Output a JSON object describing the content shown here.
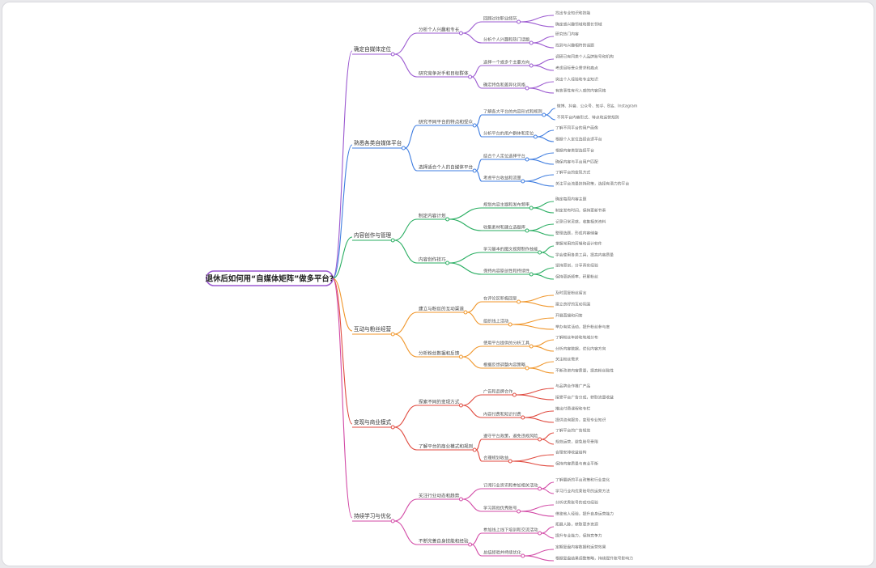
{
  "root": {
    "label": "退休后如何用“自媒体矩阵”做多平台?",
    "color": "#9b59d0"
  },
  "branches": [
    {
      "label": "确定自媒体定位",
      "color": "#9b59d0",
      "children": [
        {
          "label": "分析个人兴趣和专长",
          "children": [
            {
              "label": "回顾过往职业经历",
              "children": [
                "找出专业知识和技能",
                "确定感兴趣领域和擅长领域"
              ]
            },
            {
              "label": "分析个人兴趣和热门话题",
              "children": [
                "研究热门内容",
                "找到与兴趣相符的话题"
              ]
            }
          ]
        },
        {
          "label": "研究竞争对手和目标群体",
          "children": [
            {
              "label": "选择一个或多个主要方向",
              "children": [
                "调研已有同类个人品牌账号和机构",
                "考虑目标受众需求和痛点"
              ]
            },
            {
              "label": "确定特色和差异化风格",
              "children": [
                "突出个人经验和专业知识",
                "有故事性有代入感的内容风格"
              ]
            }
          ]
        }
      ]
    },
    {
      "label": "熟悉各类自媒体平台",
      "color": "#3f7de0",
      "children": [
        {
          "label": "研究不同平台的特点和受众",
          "children": [
            {
              "label": "了解各大平台的内容形式和规则",
              "children": [
                "微博、抖音、公众号、知乎、B站、Instagram",
                "不同平台内容形式、特点和运营规则"
              ]
            },
            {
              "label": "分析平台的用户群体和定位",
              "children": [
                "了解不同平台的用户画像",
                "根据个人定位选择合适平台"
              ]
            }
          ]
        },
        {
          "label": "选择适合个人的自媒体平台",
          "children": [
            {
              "label": "结合个人定位选择平台",
              "children": [
                "根据内容类型选择平台",
                "确保内容与平台用户匹配"
              ]
            },
            {
              "label": "考虑平台收益和流量",
              "children": [
                "了解平台的变现方式",
                "关注平台流量扶持政策，选择有潜力的平台"
              ]
            }
          ]
        }
      ]
    },
    {
      "label": "内容创作与管理",
      "color": "#2aae62",
      "children": [
        {
          "label": "制定内容计划",
          "children": [
            {
              "label": "规划内容主题和发布频率",
              "children": [
                "确定每周内容主题",
                "制定发布时间，保持更新节奏"
              ]
            },
            {
              "label": "收集素材和建立选题库",
              "children": [
                "记录日常灵感，收集相关资料",
                "整理选题，形成内容储备"
              ]
            }
          ]
        },
        {
          "label": "内容创作技巧",
          "children": [
            {
              "label": "学习基本的图文视频制作技能",
              "children": [
                "掌握常用的剪辑和设计软件",
                "学会使用各类工具，提高内容质量"
              ]
            },
            {
              "label": "保持内容原创性和持续性",
              "children": [
                "坚持原创，分享真实经验",
                "保持更新频率，积累粉丝"
              ]
            }
          ]
        }
      ]
    },
    {
      "label": "互动与粉丝经营",
      "color": "#f0962a",
      "children": [
        {
          "label": "建立与粉丝的互动渠道",
          "children": [
            {
              "label": "在评论区积极回复",
              "children": [
                "及时回复粉丝留言",
                "建立良好的互动氛围"
              ]
            },
            {
              "label": "组织线上活动",
              "children": [
                "开展直播和问答",
                "举办有奖活动，提升粉丝参与度"
              ]
            }
          ]
        },
        {
          "label": "分析粉丝数据和反馈",
          "children": [
            {
              "label": "使用平台提供的分析工具",
              "children": [
                "了解粉丝年龄和地域分布",
                "分析内容数据，优化内容方向"
              ]
            },
            {
              "label": "根据反馈调整内容策略",
              "children": [
                "关注粉丝需求",
                "不断改进内容质量，提高粉丝黏性"
              ]
            }
          ]
        }
      ]
    },
    {
      "label": "变现与商业模式",
      "color": "#e04a3f",
      "children": [
        {
          "label": "探索不同的变现方式",
          "children": [
            {
              "label": "广告和品牌合作",
              "children": [
                "与品牌合作推广产品",
                "接受平台广告分成，获取流量收益"
              ]
            },
            {
              "label": "内容付费和知识付费",
              "children": [
                "推出付费课程和专栏",
                "提供咨询服务，变现专业知识"
              ]
            }
          ]
        },
        {
          "label": "了解平台的商业模式和规则",
          "children": [
            {
              "label": "遵守平台政策，避免违规风险",
              "children": [
                "了解平台的广告规范",
                "规范运营，避免账号受限"
              ]
            },
            {
              "label": "合理规划收益",
              "children": [
                "合理安排收益结构",
                "保持内容质量与商业平衡"
              ]
            }
          ]
        }
      ]
    },
    {
      "label": "持续学习与优化",
      "color": "#d24aa6",
      "children": [
        {
          "label": "关注行业动态和趋势",
          "children": [
            {
              "label": "订阅行业资讯和参加相关活动",
              "children": [
                "了解最新的平台政策和行业变化",
                "学习行业内优秀账号的运营方法"
              ]
            },
            {
              "label": "学习其他优秀账号",
              "children": [
                "分析优秀账号的成功经验",
                "借鉴他人经验，提升自身运营能力"
              ]
            }
          ]
        },
        {
          "label": "不断完善自身技能和经验",
          "children": [
            {
              "label": "参加线上线下培训和交流活动",
              "children": [
                "拓展人脉，获取更多资源",
                "提升专业能力，保持竞争力"
              ]
            },
            {
              "label": "总结经验并持续优化",
              "children": [
                "定期复盘内容数据和运营效果",
                "根据复盘结果调整策略，持续提升账号影响力"
              ]
            }
          ]
        }
      ]
    }
  ]
}
